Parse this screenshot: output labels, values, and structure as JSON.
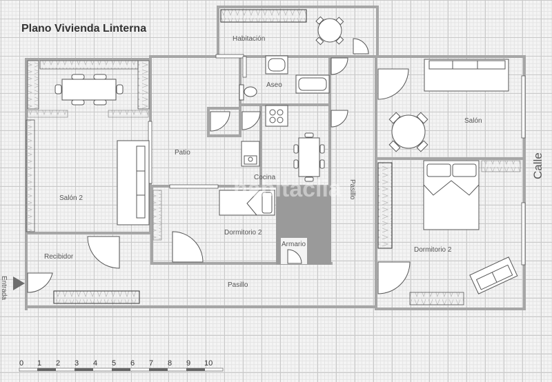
{
  "title": "Plano Vivienda Linterna",
  "colors": {
    "wall": "#a6a6a6",
    "closet_block": "#9a9a9a",
    "furniture_fill": "#ffffff",
    "furniture_stroke": "#555555",
    "text": "#555555",
    "entrance_arrow": "#6d6d6d"
  },
  "rooms": {
    "habitacion": "Habitación",
    "aseo": "Aseo",
    "salon": "Salón",
    "salon2": "Salón 2",
    "patio": "Patio",
    "cocina": "Cocina",
    "pasillo_vertical": "Pasillo",
    "dormitorio2_center": "Dormitorio 2",
    "armario": "Armario",
    "dormitorio2_right": "Dormitorio 2",
    "recibidor": "Recibidor",
    "pasillo_bottom": "Pasillo"
  },
  "labels": {
    "street": "Calle",
    "entrance": "Entrada",
    "watermark": "habitaclia"
  },
  "scale": {
    "ticks": [
      "0",
      "1",
      "2",
      "3",
      "4",
      "5",
      "6",
      "7",
      "8",
      "9",
      "10"
    ]
  },
  "icons": {
    "entrance_arrow": "triangle-right",
    "door": "quarter-arc",
    "window": "double-line",
    "wardrobe": "zigzag-rect"
  }
}
